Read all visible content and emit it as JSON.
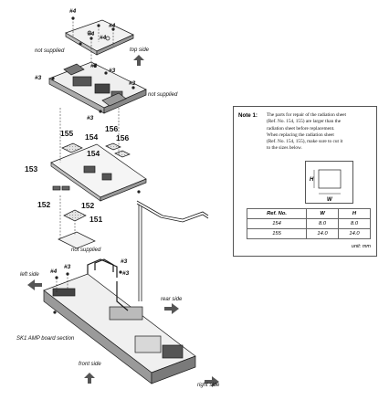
{
  "diagram": {
    "screw_label": "#4",
    "screw_label_3": "#3",
    "not_supplied": "not supplied",
    "top_side": "top side",
    "left_side": "left side",
    "rear_side": "rear side",
    "front_side": "front side",
    "right_side": "right side",
    "board_section": "SK1 AMP board section",
    "parts": {
      "p151": "151",
      "p152a": "152",
      "p152b": "152",
      "p153": "153",
      "p154a": "154",
      "p154b": "154",
      "p155": "155",
      "p156a": "156",
      "p156b": "156"
    }
  },
  "note": {
    "heading": "Note 1:",
    "lines": [
      "The parts for repair of the radiation sheet",
      "(Ref. No. 154, 155) are larger than the",
      "radiation sheet before replacement.",
      "When replacing the radiation sheet",
      "(Ref. No. 154, 155), make sure to cut it",
      "to the sizes below."
    ],
    "dim_h": "H",
    "dim_w": "W",
    "table": {
      "headers": [
        "Ref. No.",
        "W",
        "H"
      ],
      "rows": [
        [
          "154",
          "8.0",
          "8.0"
        ],
        [
          "155",
          "14.0",
          "14.0"
        ]
      ]
    },
    "unit": "unit: mm"
  },
  "colors": {
    "line": "#1a1a1a",
    "shade": "#c8c8c8",
    "dark": "#5a5a5a"
  }
}
